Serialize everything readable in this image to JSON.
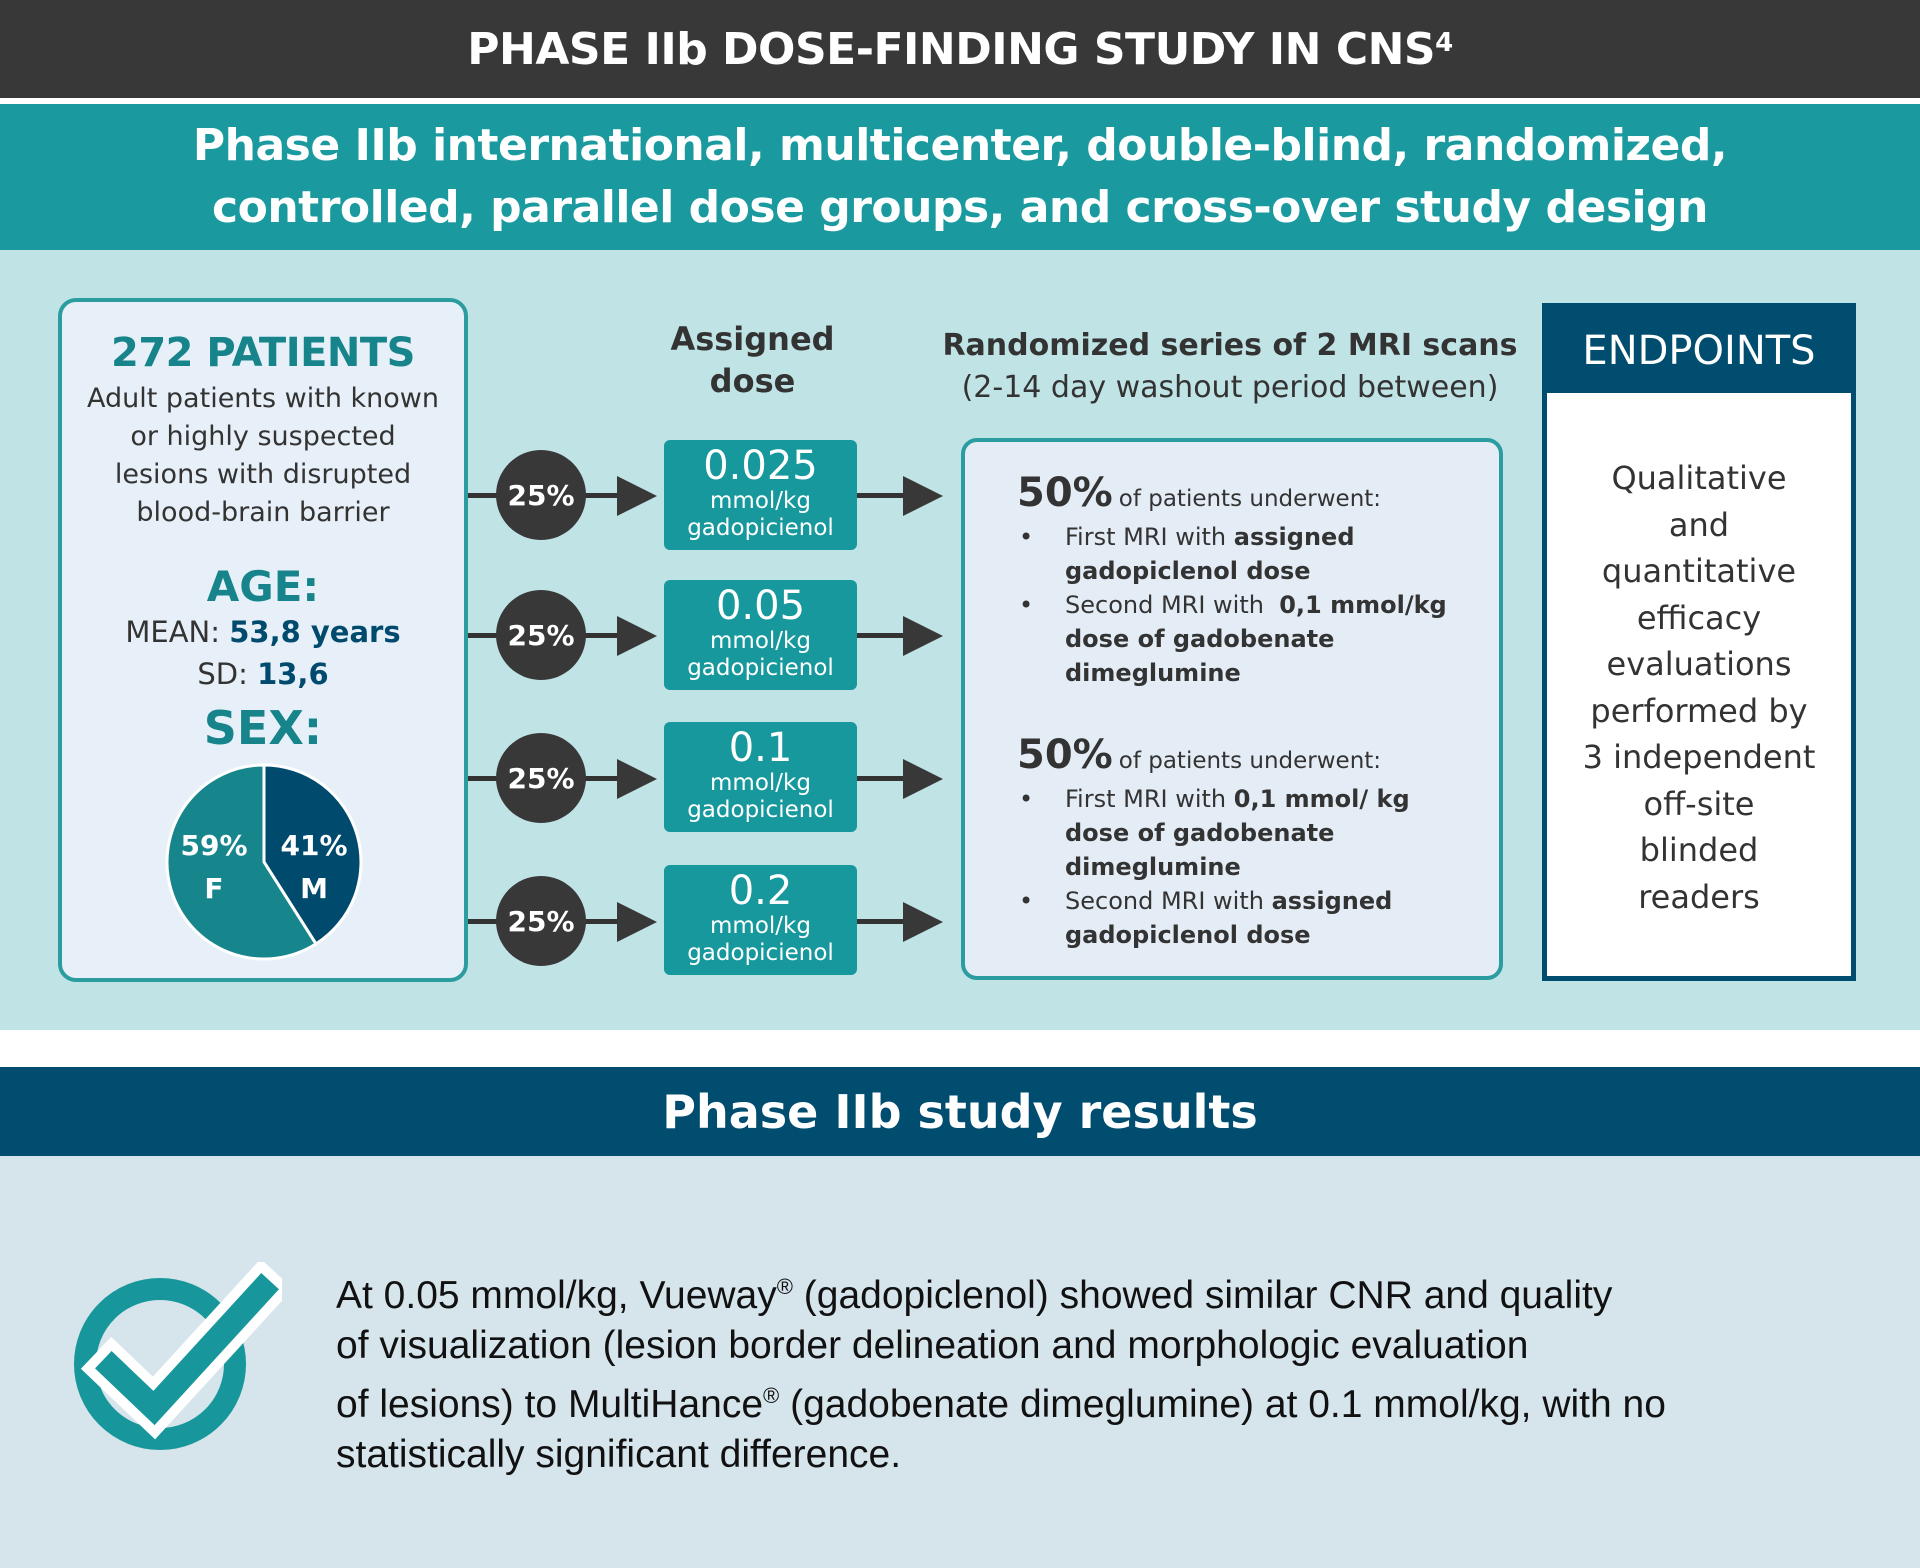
{
  "header": {
    "title": "PHASE IIb DOSE-FINDING STUDY IN CNS",
    "title_sup": "4",
    "subtitle_line1": "Phase IIb international, multicenter, double-blind, randomized,",
    "subtitle_line2": "controlled, parallel dose groups, and cross-over study design"
  },
  "patients": {
    "title": "272 PATIENTS",
    "desc": [
      "Adult patients with known",
      "or highly suspected",
      "lesions with disrupted",
      "blood-brain barrier"
    ],
    "age_label": "AGE:",
    "mean_label": "MEAN:",
    "mean_value": "53,8 years",
    "sd_label": "SD:",
    "sd_value": "13,6",
    "sex_label": "SEX:",
    "sex": {
      "female_pct": "59%",
      "female_label": "F",
      "female_value": 59,
      "male_pct": "41%",
      "male_label": "M",
      "male_value": 41,
      "colors": {
        "female": "#17868c",
        "male": "#004a6e"
      }
    }
  },
  "assigned_dose": {
    "header_line1": "Assigned",
    "header_line2": "dose",
    "arms": [
      {
        "pct": "25%",
        "value": "0.025",
        "unit": "mmol/kg",
        "agent": "gadopicienol"
      },
      {
        "pct": "25%",
        "value": "0.05",
        "unit": "mmol/kg",
        "agent": "gadopicienol"
      },
      {
        "pct": "25%",
        "value": "0.1",
        "unit": "mmol/kg",
        "agent": "gadopicienol"
      },
      {
        "pct": "25%",
        "value": "0.2",
        "unit": "mmol/kg",
        "agent": "gadopicienol"
      }
    ]
  },
  "scans": {
    "header_line1": "Randomized series of 2 MRI scans",
    "header_line2": "(2-14 day washout period between)",
    "groups": [
      {
        "pct": "50%",
        "label": "of patients underwent:",
        "items": [
          {
            "pre": "First MRI with ",
            "bold": "assigned gadopiclenol dose"
          },
          {
            "pre": "Second MRI with  ",
            "bold": "0,1 mmol/kg dose of gadobenate dimeglumine"
          }
        ]
      },
      {
        "pct": "50%",
        "label": "of patients underwent:",
        "items": [
          {
            "pre": "First MRI with ",
            "bold": "0,1 mmol/ kg dose of gadobenate dimeglumine"
          },
          {
            "pre": "Second MRI with ",
            "bold": "assigned gadopiclenol dose"
          }
        ]
      }
    ]
  },
  "endpoints": {
    "title": "ENDPOINTS",
    "lines": [
      "Qualitative",
      "and",
      "quantitative",
      "efficacy",
      "evaluations",
      "performed by",
      "3 independent",
      "off-site",
      "blinded",
      "readers"
    ]
  },
  "results": {
    "title": "Phase IIb study results",
    "icon": "checkmark-circle-icon",
    "line1_pre": "At 0.05 mmol/kg, Vueway",
    "reg": "®",
    "line1_post": " (gadopiclenol) showed similar CNR and quality",
    "line2": "of visualization (lesion border delineation and morphologic evaluation",
    "line3_pre": "of lesions) to MultiHance",
    "line3_post": " (gadobenate dimeglumine) at 0.1 mmol/kg, with no",
    "line4": "statistically significant difference."
  }
}
